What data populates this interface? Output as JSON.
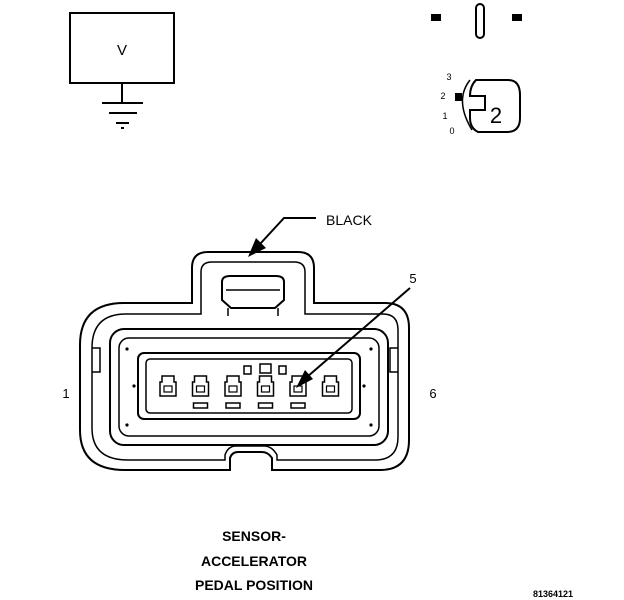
{
  "meter": {
    "symbol": "V"
  },
  "switch_position": {
    "positions": [
      "3",
      "2",
      "1",
      "0"
    ],
    "selected": "2"
  },
  "connector": {
    "color_label": "BLACK",
    "pin_callout": "5",
    "pin_first": "1",
    "pin_last": "6",
    "pin_count": 6
  },
  "caption": {
    "line1": "SENSOR-",
    "line2": "ACCELERATOR",
    "line3": "PEDAL POSITION"
  },
  "figure_id": "81364121"
}
